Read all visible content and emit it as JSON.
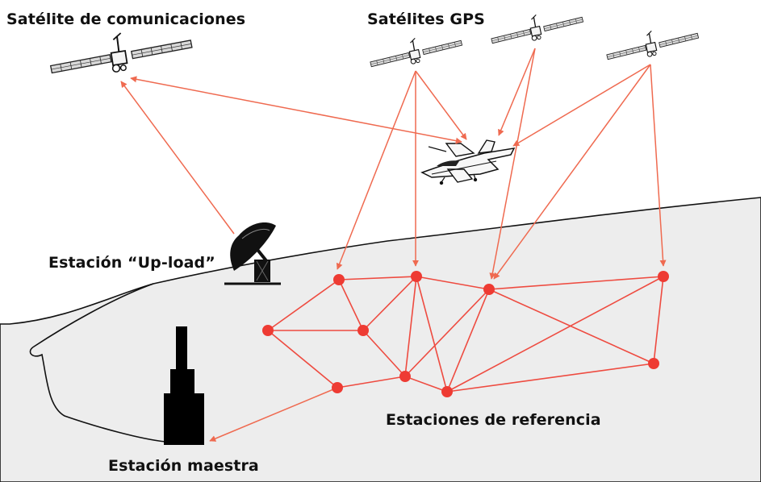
{
  "labels": {
    "comm_satellite": "Satélite de comunicaciones",
    "gps_satellites": "Satélites GPS",
    "uplink_station": "Estación “Up-load”",
    "reference_stations": "Estaciones de referencia",
    "master_station": "Estación maestra"
  },
  "colors": {
    "link": "#ef6a50",
    "node": "#ee3b33",
    "ground": "#ededed",
    "ink": "#111111"
  },
  "icons": {
    "comm_satellite": "satellite-icon",
    "gps_satellite": "satellite-icon",
    "aircraft": "fighter-jet-icon",
    "uplink_antenna": "satellite-dish-icon",
    "master_station": "tower-building-icon",
    "reference_station": "red-dot-icon"
  },
  "counts": {
    "gps_satellites": 3,
    "reference_stations": 10
  }
}
